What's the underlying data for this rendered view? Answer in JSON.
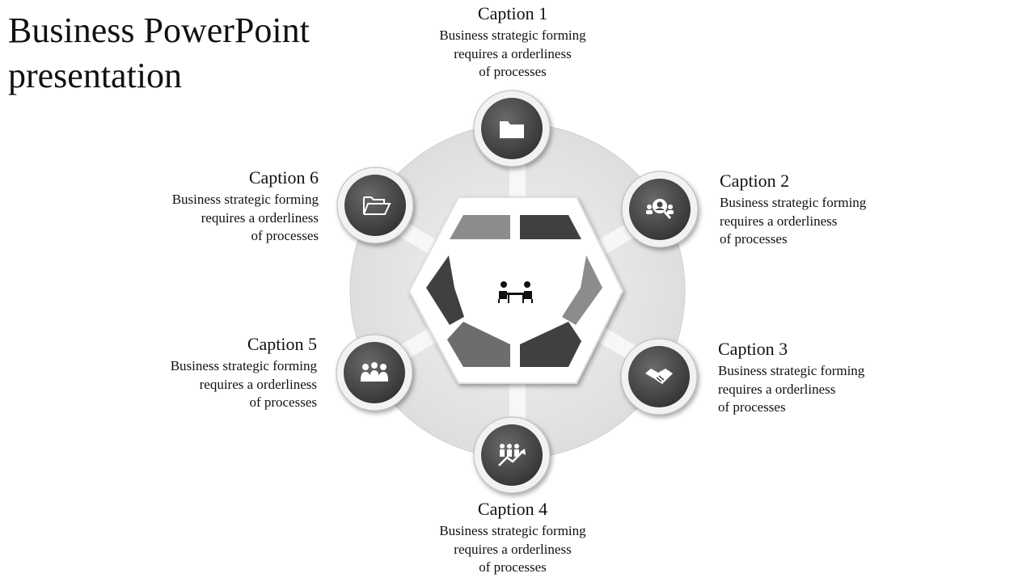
{
  "title_line1": "Business PowerPoint",
  "title_line2": "presentation",
  "colors": {
    "ring": "#e6e6e6",
    "hex_fill": "#ffffff",
    "seg_dark": "#404040",
    "seg_mid": "#6d6d6d",
    "seg_light": "#8c8c8c",
    "node_fill": "#4a4a4a",
    "node_rim": "#f2f2f2"
  },
  "center_icon": "business-meeting-icon",
  "captions": [
    {
      "heading": "Caption 1",
      "lines": [
        "Business strategic forming",
        "requires a orderliness",
        "of processes"
      ],
      "icon": "folder-icon"
    },
    {
      "heading": "Caption 2",
      "lines": [
        "Business strategic forming",
        "requires a orderliness",
        "of processes"
      ],
      "icon": "people-search-icon"
    },
    {
      "heading": "Caption 3",
      "lines": [
        "Business strategic forming",
        "requires a orderliness",
        "of processes"
      ],
      "icon": "handshake-icon"
    },
    {
      "heading": "Caption 4",
      "lines": [
        "Business strategic forming",
        "requires a orderliness",
        "of processes"
      ],
      "icon": "team-growth-icon"
    },
    {
      "heading": "Caption 5",
      "lines": [
        "Business strategic forming",
        "requires a orderliness",
        "of processes"
      ],
      "icon": "group-meeting-icon"
    },
    {
      "heading": "Caption 6",
      "lines": [
        "Business strategic forming",
        "requires a orderliness",
        "of processes"
      ],
      "icon": "open-folder-icon"
    }
  ]
}
